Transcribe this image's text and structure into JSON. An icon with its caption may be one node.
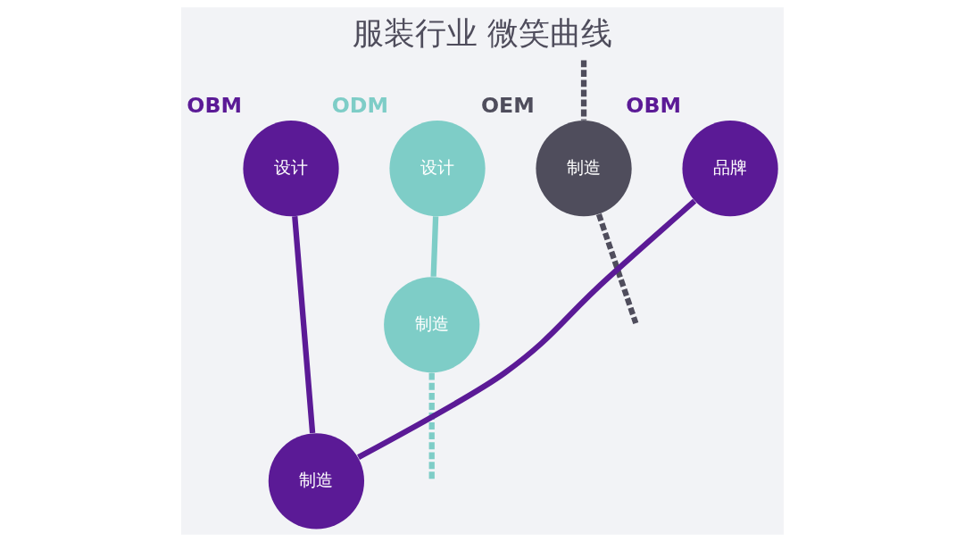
{
  "diagram": {
    "title": "服装行业 微笑曲线",
    "nodes": [
      {
        "text": [
          "设计"
        ],
        "beside": [
          "OBM"
        ]
      },
      {
        "text": [
          "设计"
        ],
        "beside": [
          "ODM"
        ]
      },
      {
        "text": [
          "制造"
        ],
        "beside": [
          "OEM"
        ]
      },
      {
        "text": [
          "品牌"
        ],
        "beside": [
          "OBM"
        ]
      },
      {
        "text": [
          "制造"
        ]
      },
      {
        "text": [
          "制造"
        ]
      }
    ],
    "edges": [
      {
        "from": 0,
        "to": 5,
        "arrow": "none",
        "color": "#5b1a96"
      },
      {
        "from": 5,
        "to": 3,
        "arrow": "none",
        "color": "#5b1a96"
      },
      {
        "from": 1,
        "to": 4,
        "arrow": "none",
        "color": "#7ecdc7"
      },
      {
        "from": 4,
        "to": null,
        "arrow": "none",
        "style": "dashed",
        "color": "#7ecdc7"
      },
      {
        "from": null,
        "to": 2,
        "arrow": "none",
        "style": "dashed",
        "color": "#4f4d5c"
      },
      {
        "from": 2,
        "to": null,
        "arrow": "none",
        "style": "dashed",
        "color": "#4f4d5c"
      }
    ]
  }
}
